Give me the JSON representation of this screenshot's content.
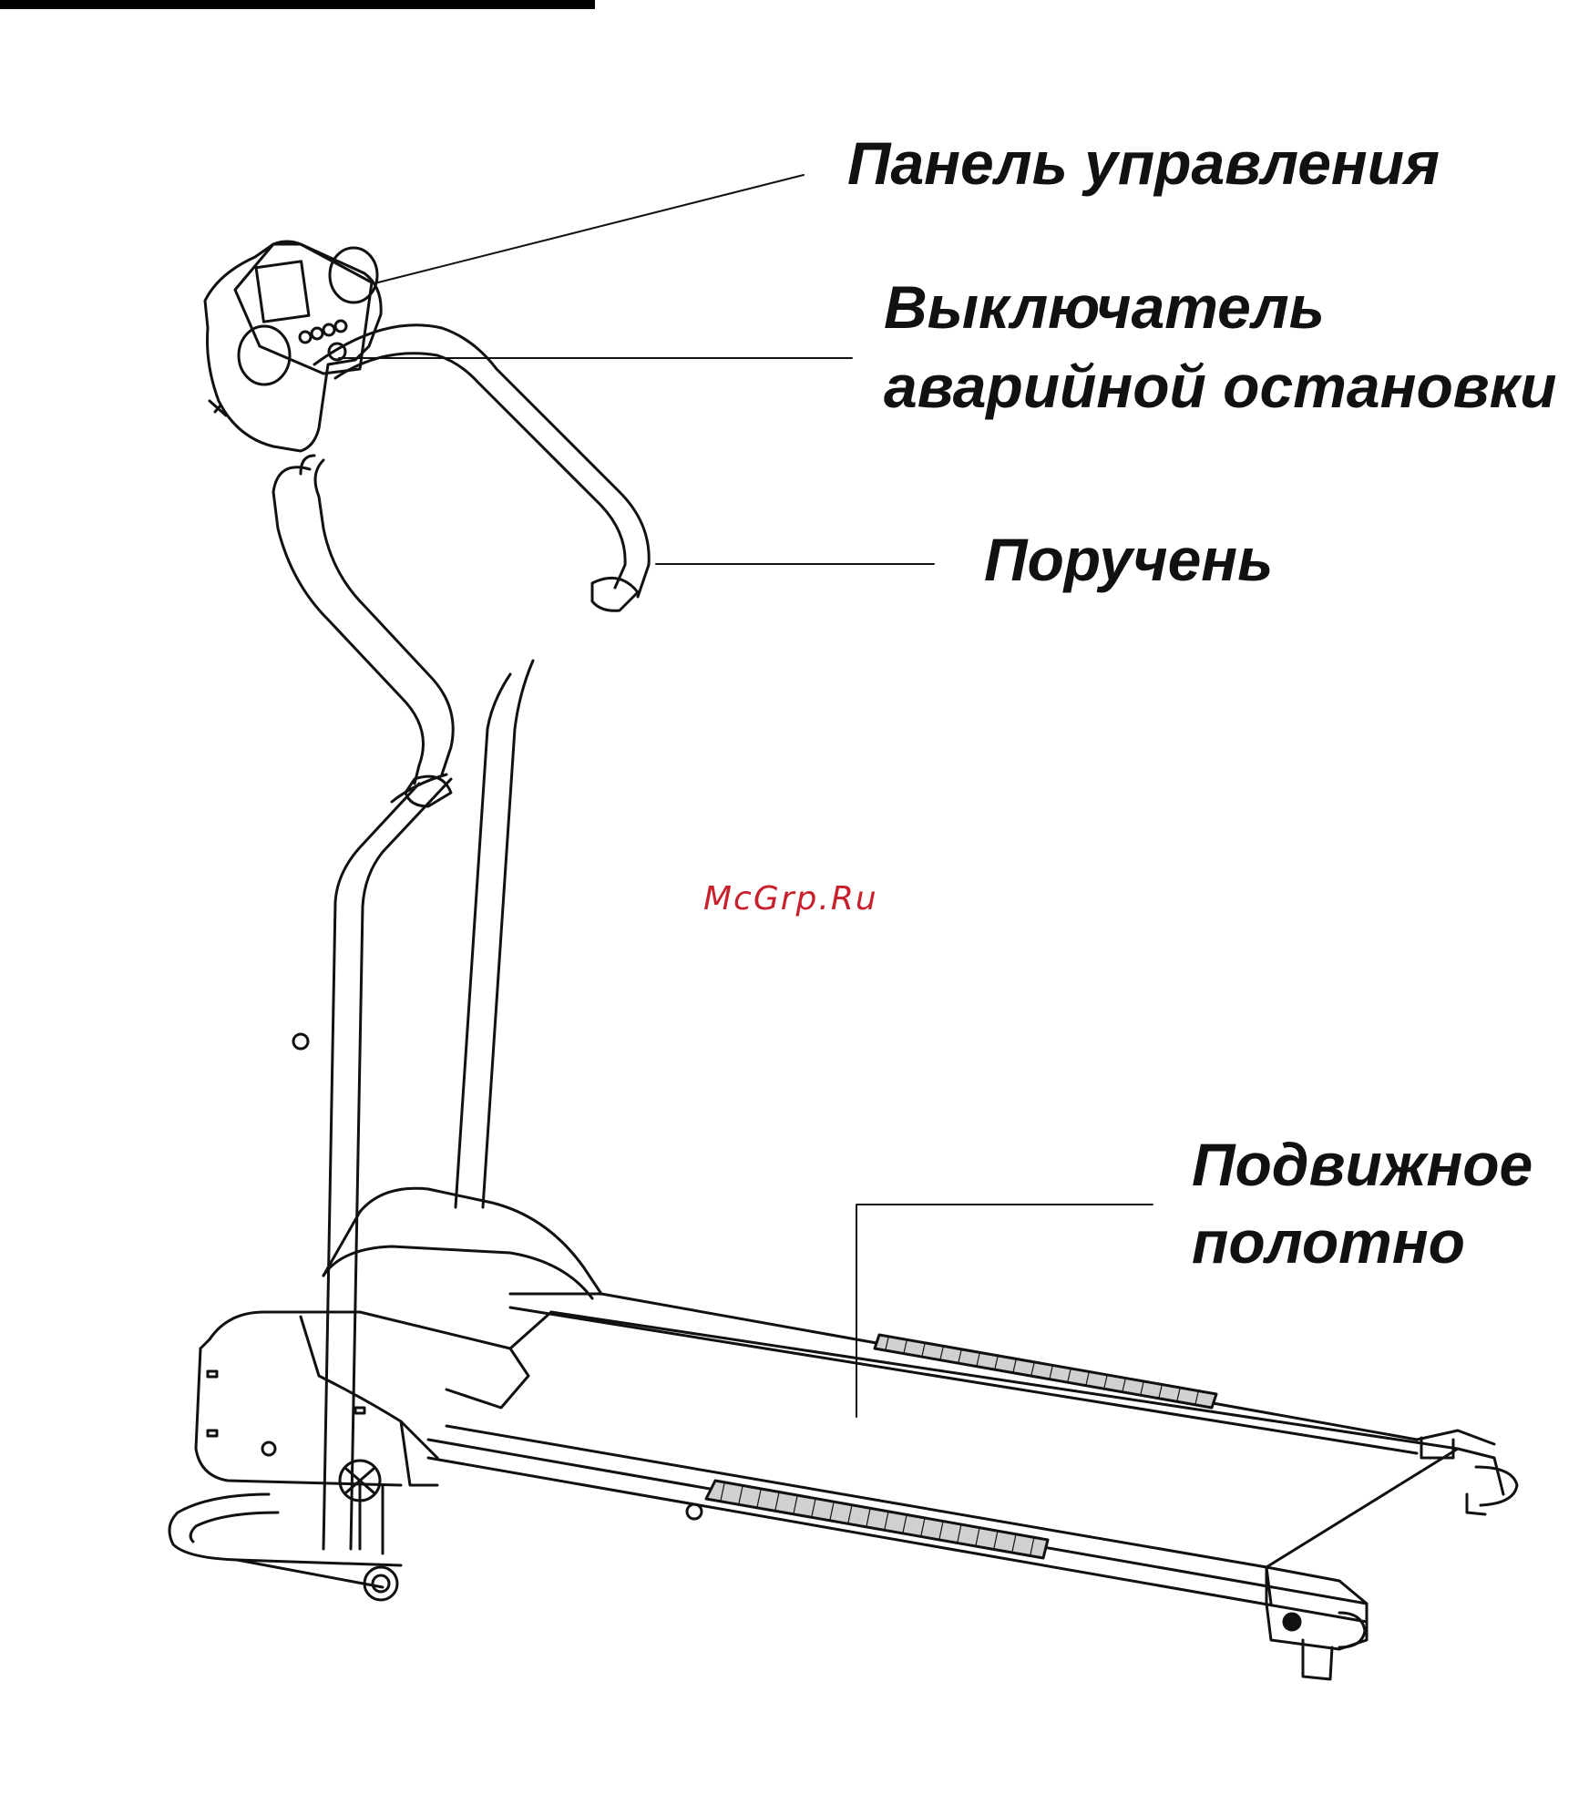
{
  "labels": {
    "control_panel": "Панель управления",
    "emergency_stop_line1": "Выключатель",
    "emergency_stop_line2": "аварийной остановки",
    "handrail": "Поручень",
    "belt_line1": "Подвижное",
    "belt_line2": "полотно"
  },
  "watermark": "McGrp.Ru",
  "colors": {
    "line": "#111111",
    "watermark": "#c8202c",
    "background": "#ffffff"
  }
}
